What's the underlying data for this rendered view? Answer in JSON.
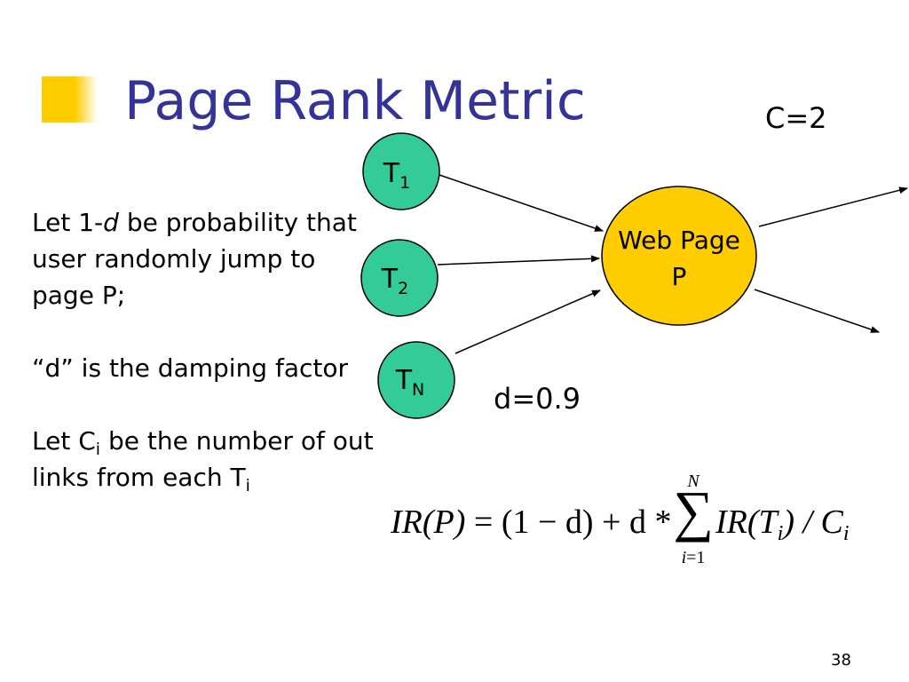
{
  "slide": {
    "title": "Page Rank Metric",
    "page_number": "38",
    "accent_color": "#ffcc00",
    "title_color": "#333399"
  },
  "annotations": {
    "c_value": "C=2",
    "d_value": "d=0.9"
  },
  "body": {
    "para1_part1": "Let 1-",
    "para1_italic": "d",
    "para1_part2": " be probability that user randomly jump to page P;",
    "para2": "“d” is the damping factor",
    "para3_part1": "Let C",
    "para3_sub": "i",
    "para3_part2": " be the number of out links from each T",
    "para3_sub2": "i"
  },
  "diagram": {
    "node_fill": "#33cc99",
    "target_fill": "#ffcc00",
    "nodes": [
      {
        "main": "T",
        "sub": "1"
      },
      {
        "main": "T",
        "sub": "2"
      },
      {
        "main": "T",
        "sub": "N"
      }
    ],
    "target_line1": "Web Page",
    "target_line2": "P"
  },
  "formula": {
    "lhs": "IR(P)",
    "eq": " = (1 − d) + d * ",
    "sum_upper": "N",
    "sum_lower_var": "i",
    "sum_lower_rest": "=1",
    "sigma": "∑",
    "rhs_main": "IR(T",
    "rhs_sub": "i",
    "rhs_mid": ") / C",
    "rhs_sub2": "i"
  }
}
